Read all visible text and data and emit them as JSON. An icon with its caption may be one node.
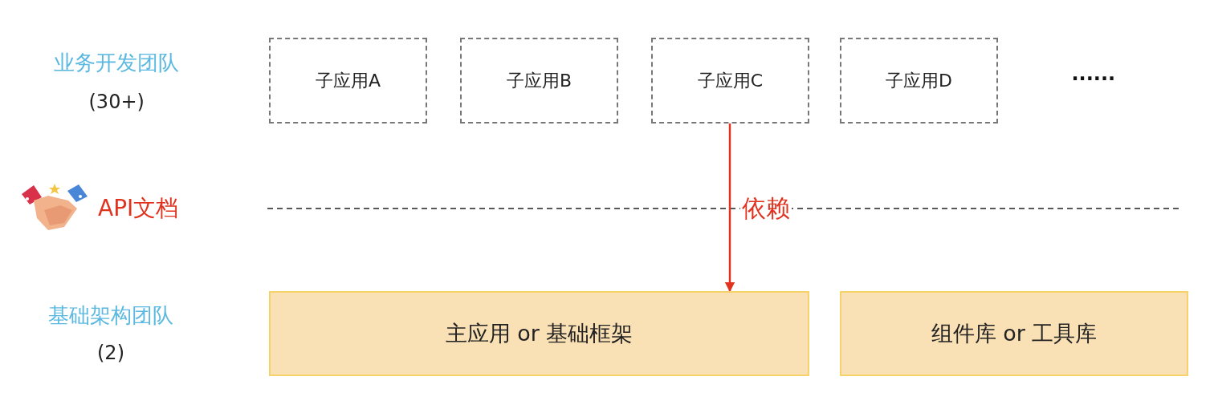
{
  "diagram": {
    "nodes": [
      {
        "text": [
          "子应用A"
        ]
      },
      {
        "text": [
          "子应用B"
        ]
      },
      {
        "text": [
          "子应用C"
        ]
      },
      {
        "text": [
          "子应用D"
        ]
      },
      {
        "text": [
          "主应用 or 基础框架"
        ]
      },
      {
        "text": [
          "组件库 or 工具库"
        ]
      }
    ],
    "edges": [
      {
        "from": 2,
        "to": 4,
        "arrow": "to",
        "label": "依赖",
        "color": "#e0321e"
      }
    ],
    "labels": [
      "业务开发团队",
      "(30+)",
      "······",
      "API文档",
      "基础架构团队",
      "(2)"
    ]
  }
}
